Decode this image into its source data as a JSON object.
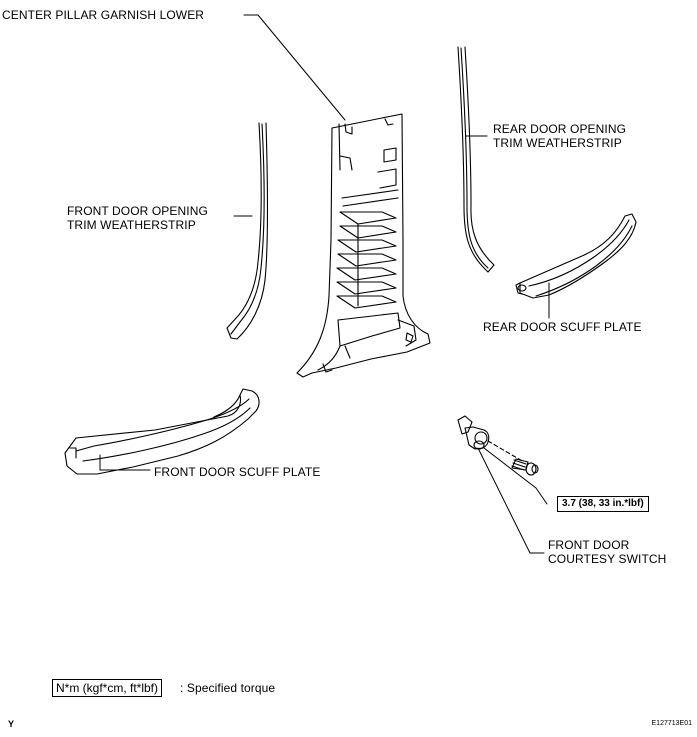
{
  "labels": {
    "center_pillar": "CENTER PILLAR GARNISH LOWER",
    "rear_weatherstrip_1": "REAR DOOR OPENING",
    "rear_weatherstrip_2": "TRIM WEATHERSTRIP",
    "front_weatherstrip_1": "FRONT DOOR OPENING",
    "front_weatherstrip_2": "TRIM WEATHERSTRIP",
    "rear_scuff": "REAR DOOR SCUFF PLATE",
    "front_scuff": "FRONT DOOR SCUFF PLATE",
    "courtesy_1": "FRONT DOOR",
    "courtesy_2": "COURTESY SWITCH"
  },
  "torque": "3.7 (38, 33 in.*lbf)",
  "legend": {
    "box": "N*m (kgf*cm, ft*lbf)",
    "text": ": Specified torque"
  },
  "footer": {
    "left": "Y",
    "right": "E127713E01"
  }
}
